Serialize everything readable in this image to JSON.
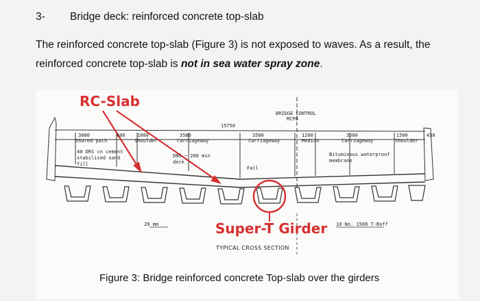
{
  "section": {
    "number": "3-",
    "title": "Bridge deck: reinforced concrete top-slab"
  },
  "paragraph": {
    "text_before": "The reinforced concrete top-slab (Figure 3) is not exposed to waves. As a result, the reinforced concrete top-slab is ",
    "emphasis": "not in sea water spray zone",
    "text_after": "."
  },
  "figure": {
    "label_slab": "RC-Slab",
    "label_girder": "Super-T Girder",
    "drawing_title": "TYPICAL CROSS SECTION",
    "caption": "Figure 3: Bridge reinforced concrete Top-slab over the girders",
    "callout_color": "#d63030",
    "annotations": {
      "bridge_control": "BRIDGE CONTROL",
      "mcpo": "MCPO",
      "dim_top": "15750",
      "dim_3000": "3000",
      "shared_path": "Shared path",
      "dim_600": "600",
      "dim_1000": "1000",
      "shoulder": "Shoulder",
      "dim_3500a": "3500",
      "carriageway_a": "Carriageway",
      "dim_3500b": "3500",
      "carriageway_b": "Carriageway",
      "dim_1200": "1200",
      "median": "Median",
      "dim_3500c": "3500",
      "carriageway_c": "Carriageway",
      "dim_1500": "1500",
      "shoulder_b": "Shoulder",
      "dim_450": "450",
      "cement_note": "40 DRS cn cement stabilised sand fill",
      "deck_note": "DNS ~ 200 min deck",
      "membrane_note": "Bituminous waterproof membrane",
      "girder_spacing": "10 No. 1500 T-Roff",
      "dim_20": "20 mm",
      "fall": "Fall"
    }
  }
}
